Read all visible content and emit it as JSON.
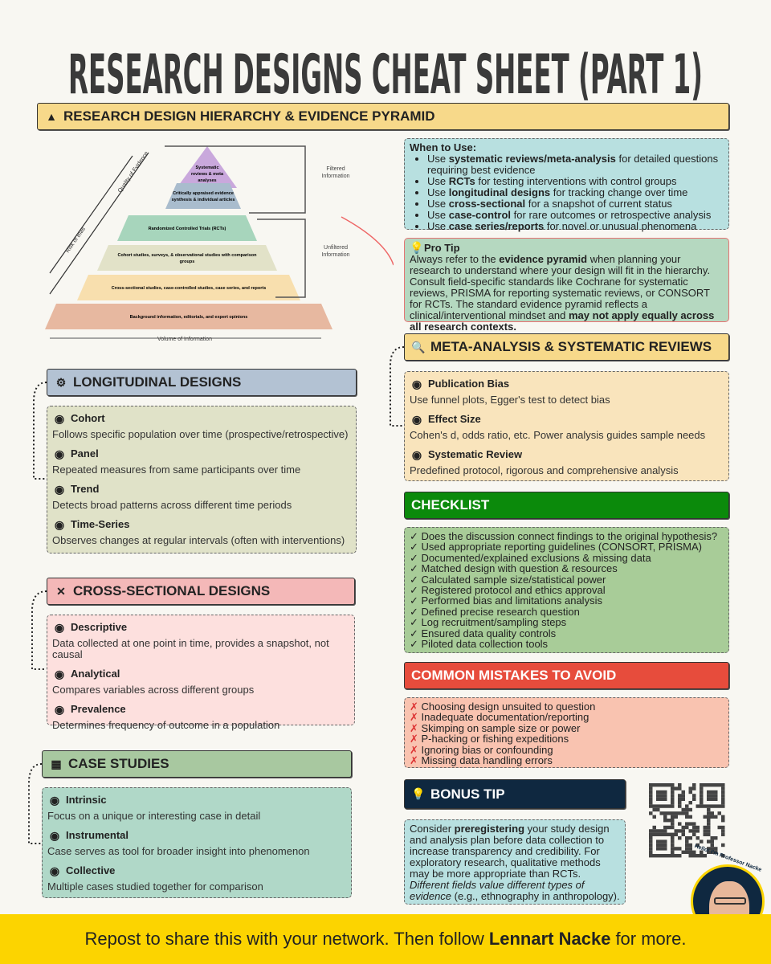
{
  "title": "RESEARCH DESIGNS CHEAT SHEET (PART 1)",
  "hierarchy": {
    "title": "RESEARCH DESIGN HIERARCHY & EVIDENCE PYRAMID",
    "icon": "pyramid-icon",
    "pyramid": [
      "Systematic",
      "reviews & meta",
      "analyses",
      "Critically appraised evidence",
      "synthesis & individual articles",
      "Randomized Controlled Trials (RCTs)",
      "Cohort studies, surveys, & observational studies with comparison",
      "groups",
      "Cross-sectional studies, case-controlled studies, case series, and reports",
      "Background information, editorials, and expert opinions"
    ],
    "filtered": [
      "Filtered",
      "Information"
    ],
    "unfiltered": [
      "Unfiltered",
      "Information"
    ],
    "quality": "Quality of Evidence",
    "risk": "Risk of Bias",
    "volume": "Volume of Information",
    "colors": [
      "#c9a8dc",
      "#a9bccd",
      "#a7d5bc",
      "#e2e2c8",
      "#f8dfae",
      "#e7b8a0"
    ]
  },
  "when": {
    "title": "When to Use:",
    "items": [
      {
        "pre": "Use ",
        "b": "systematic reviews/meta-analysis",
        "post": " for detailed questions requiring best evidence"
      },
      {
        "pre": "Use ",
        "b": "RCTs",
        "post": " for testing interventions with control groups"
      },
      {
        "pre": "Use ",
        "b": "longitudinal designs",
        "post": " for tracking change over time"
      },
      {
        "pre": "Use ",
        "b": "cross-sectional",
        "post": " for a snapshot of current status"
      },
      {
        "pre": "Use ",
        "b": "case-control",
        "post": " for rare outcomes or retrospective analysis"
      },
      {
        "pre": "Use ",
        "b": "case series/reports",
        "post": " for novel or unusual phenomena"
      }
    ]
  },
  "protip": {
    "title": "Pro Tip",
    "t1": "Always refer to the ",
    "b1": "evidence pyramid",
    "t2": " when planning your research to understand where your design will fit in the hierarchy. Consult field-specific standards like Cochrane for systematic reviews, PRISMA for reporting systematic reviews, or CONSORT for RCTs. The standard evidence pyramid reflects a clinical/interventional mindset and ",
    "b2": "may not apply equally across all research contexts."
  },
  "meta": {
    "title": "META-ANALYSIS & SYSTEMATIC REVIEWS",
    "items": [
      {
        "title": "Publication Bias",
        "desc": "Use funnel plots, Egger's test to detect bias",
        "icon": "scales-icon"
      },
      {
        "title": "Effect Size",
        "desc": "Cohen's d, odds ratio, etc. Power analysis guides sample needs",
        "icon": "gauge-icon"
      },
      {
        "title": "Systematic Review",
        "desc": "Predefined protocol, rigorous and comprehensive analysis",
        "icon": "document-search-icon"
      }
    ]
  },
  "checklist": {
    "title": "CHECKLIST",
    "items": [
      "Does the discussion connect findings to the original hypothesis?",
      "Used appropriate reporting guidelines (CONSORT, PRISMA)",
      "Documented/explained exclusions & missing data",
      "Matched design with question & resources",
      "Calculated sample size/statistical power",
      "Registered protocol and ethics approval",
      "Performed bias and limitations analysis",
      "Defined precise research question",
      "Log recruitment/sampling steps",
      "Ensured data quality controls",
      "Piloted data collection tools"
    ]
  },
  "mistakes": {
    "title": "COMMON MISTAKES TO AVOID",
    "items": [
      "Choosing design unsuited to question",
      "Inadequate documentation/reporting",
      "Skimping on sample size or power",
      "P-hacking or fishing expeditions",
      "Ignoring bias or confounding",
      "Missing data handling errors"
    ]
  },
  "bonus": {
    "title": "BONUS TIP",
    "t1": "Consider ",
    "b1": "preregistering",
    "t2": " your study design and analysis plan before data collection to increase transparency and credibility. For exploratory research, qualitative methods may be more appropriate than RCTs. ",
    "i1": "Different fields value different types of evidence",
    "t3": " (e.g., ethnography in anthropology)."
  },
  "longitudinal": {
    "title": "LONGITUDINAL DESIGNS",
    "items": [
      {
        "title": "Cohort",
        "desc": "Follows specific population over time (prospective/retrospective)",
        "icon": "people-icon"
      },
      {
        "title": "Panel",
        "desc": "Repeated measures from same participants over time",
        "icon": "refresh-icon"
      },
      {
        "title": "Trend",
        "desc": "Detects broad patterns across different time periods",
        "icon": "bar-chart-icon"
      },
      {
        "title": "Time-Series",
        "desc": "Observes changes at regular intervals (often with interventions)",
        "icon": "signal-bars-icon"
      }
    ]
  },
  "cross": {
    "title": "CROSS-SECTIONAL DESIGNS",
    "items": [
      {
        "title": "Descriptive",
        "desc": "Data collected at one point in time, provides a snapshot, not causal",
        "icon": "list-icon"
      },
      {
        "title": "Analytical",
        "desc": "Compares variables across different groups",
        "icon": "group-icon"
      },
      {
        "title": "Prevalence",
        "desc": "Determines frequency of outcome in a population",
        "icon": "document-icon"
      }
    ]
  },
  "cases": {
    "title": "CASE STUDIES",
    "items": [
      {
        "title": "Intrinsic",
        "desc": "Focus on a unique or interesting case in detail",
        "icon": "fingerprint-icon"
      },
      {
        "title": "Instrumental",
        "desc": "Case serves as tool for broader insight into phenomenon",
        "icon": "gear-icon"
      },
      {
        "title": "Collective",
        "desc": "Multiple cases studied together for comparison",
        "icon": "snowflake-icon"
      }
    ]
  },
  "badge": "Hello! I'm Professor Nacke",
  "footer": {
    "t1": "Repost to share this with your network. Then follow ",
    "b": "Lennart Nacke",
    "t2": " for more."
  }
}
